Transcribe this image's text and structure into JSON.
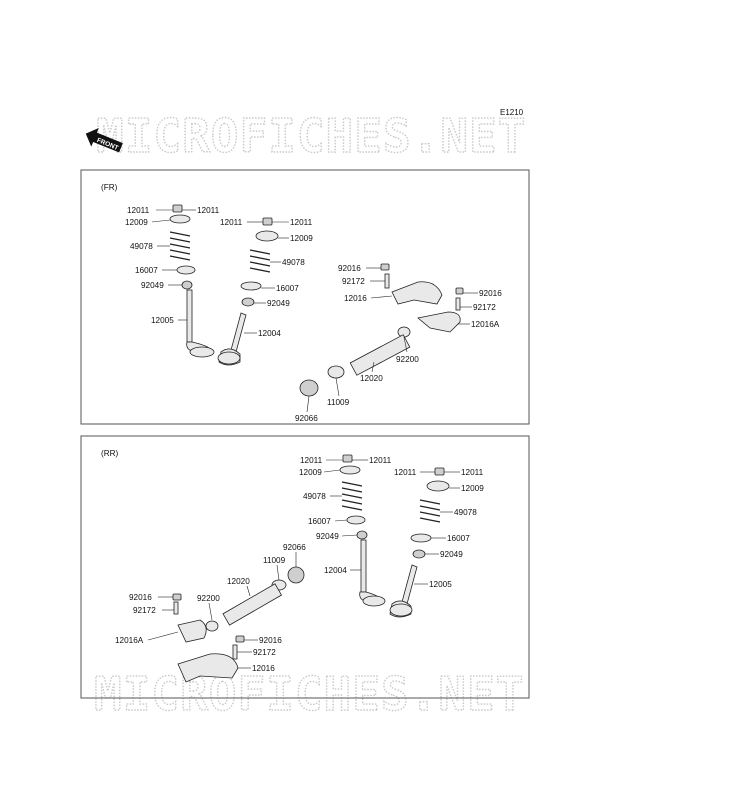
{
  "diagram_code": "E1210",
  "front_badge": "FRONT",
  "watermark": "MICROFICHES.NET",
  "panels": [
    {
      "tag": "(FR)",
      "labels": [
        "12011",
        "12011",
        "12009",
        "49078",
        "16007",
        "92049",
        "12005",
        "12011",
        "12011",
        "12009",
        "49078",
        "16007",
        "92049",
        "12004",
        "92016",
        "92172",
        "12016",
        "92016",
        "92172",
        "12016A",
        "92200",
        "12020",
        "11009",
        "92066"
      ]
    },
    {
      "tag": "(RR)",
      "labels": [
        "12011",
        "12011",
        "12009",
        "49078",
        "16007",
        "92049",
        "12004",
        "12011",
        "12011",
        "12009",
        "49078",
        "16007",
        "92049",
        "12005",
        "92066",
        "11009",
        "12020",
        "92200",
        "92016",
        "92172",
        "12016A",
        "92016",
        "92172",
        "12016"
      ]
    }
  ]
}
